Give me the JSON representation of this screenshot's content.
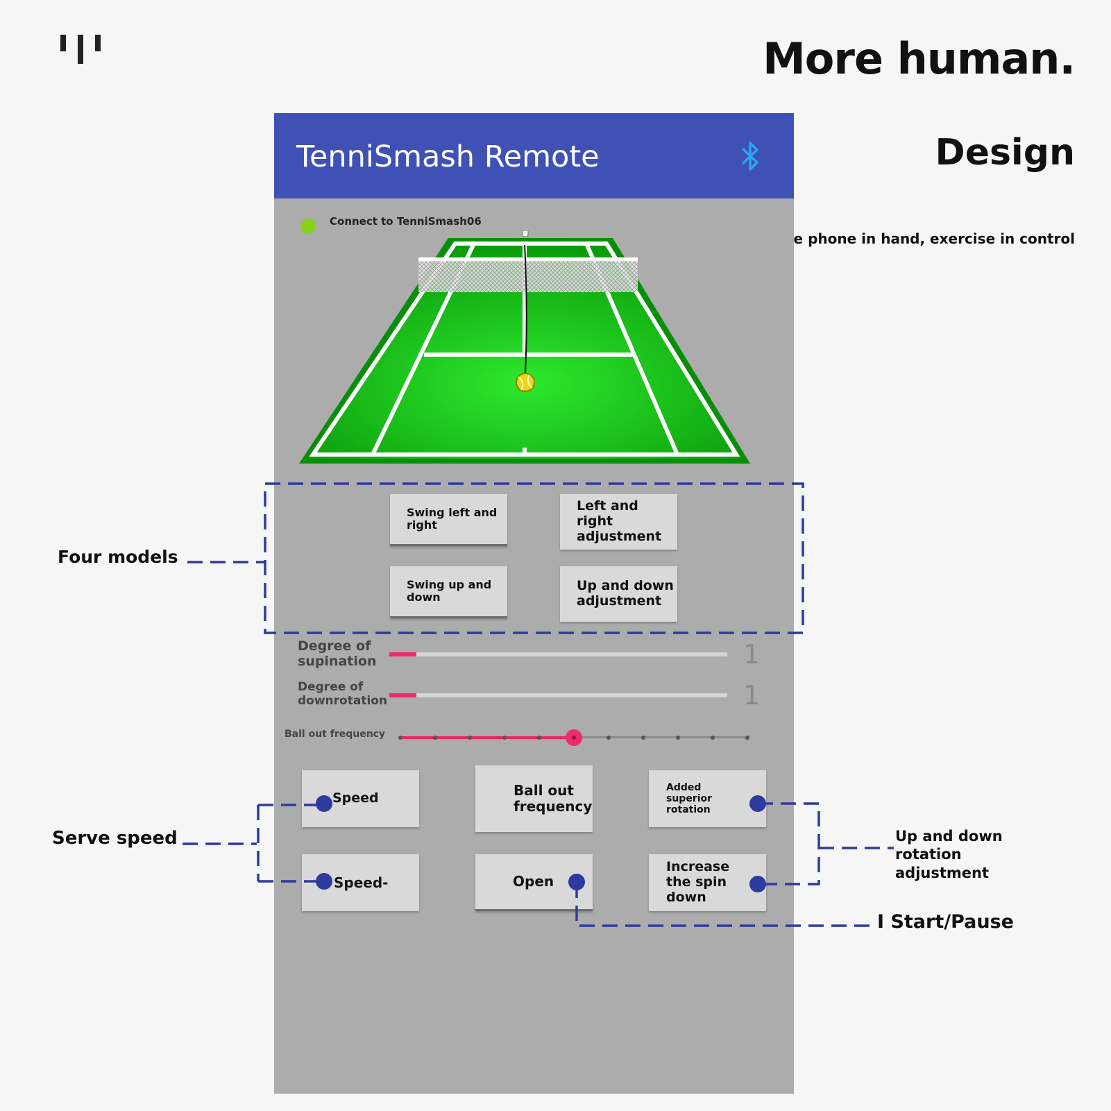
{
  "marketing": {
    "headline": "More human.",
    "subheading": "Design",
    "tagline": "Mobile phone in hand, exercise in control"
  },
  "app": {
    "title": "TenniSmash Remote",
    "bluetooth_icon": "bluetooth-icon",
    "connection": {
      "text": "Connect to TenniSmash06",
      "status_color": "#8ad21a"
    },
    "mode_buttons": [
      {
        "label": "Swing left and right"
      },
      {
        "label": "Left and right adjustment"
      },
      {
        "label": "Swing up and down"
      },
      {
        "label": "Up and down adjustment"
      }
    ],
    "sliders": [
      {
        "label": "Degree of supination",
        "value": "1",
        "level": 0.08
      },
      {
        "label": "Degree of downrotation",
        "value": "1",
        "level": 0.08
      }
    ],
    "frequency_slider": {
      "label": "Ball out frequency",
      "steps": 10,
      "selected_step": 5
    },
    "control_buttons": {
      "speed_up": "Speed",
      "ball_out_frequency": "Ball out frequency",
      "added_superior_rotation": "Added superior rotation",
      "speed_down": "Speed-",
      "open": "Open",
      "increase_spin_down": "Increase the spin down"
    }
  },
  "annotations": {
    "four_models": "Four models",
    "serve_speed": "Serve speed",
    "rotation_adjustment": "Up and down rotation adjustment",
    "start_pause": "I Start/Pause"
  },
  "colors": {
    "app_bar": "#3f51b5",
    "screen_bg": "#acacac",
    "accent_pink": "#ee2b6d",
    "annotation_blue": "#2e3a9c",
    "court_green": "#18c418"
  }
}
